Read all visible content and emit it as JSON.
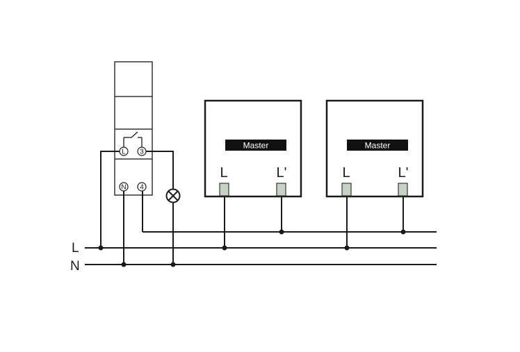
{
  "buses": {
    "live": "L",
    "neutral": "N"
  },
  "relay": {
    "terminal_L": "L",
    "terminal_3": "3",
    "terminal_N": "N",
    "terminal_4": "4"
  },
  "slave_1": {
    "label": "Master",
    "terminal_in": "L",
    "terminal_out": "L'"
  },
  "slave_2": {
    "label": "Master",
    "terminal_in": "L",
    "terminal_out": "L'"
  },
  "colors": {
    "line": "#1a1a1a",
    "terminal_fill": "#c7d2c4",
    "label_bg": "#111111"
  }
}
